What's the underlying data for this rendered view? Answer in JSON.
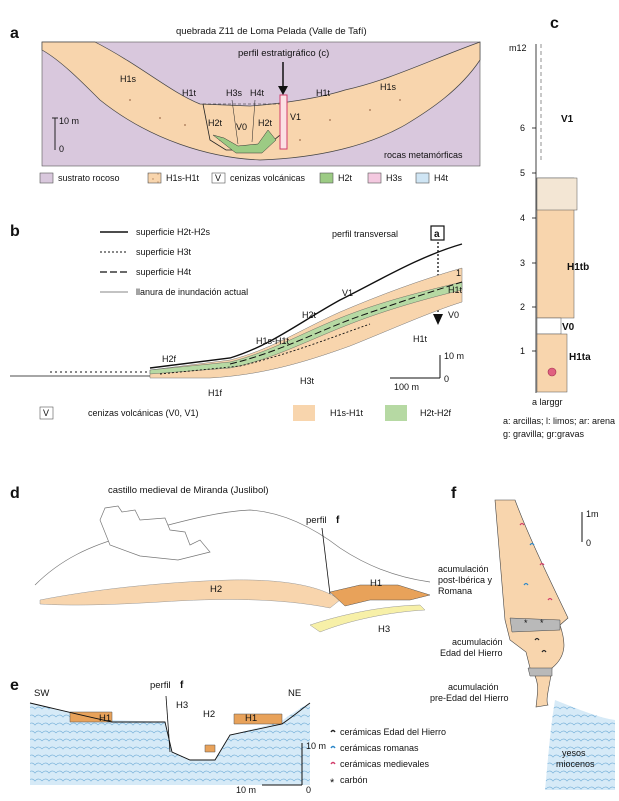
{
  "panels": {
    "a": {
      "letter": "a",
      "title": "quebrada  Z11 de Loma Pelada (Valle de Tafí)",
      "section_label": "perfil estratigráfico (c)",
      "labels": {
        "h1s_left": "H1s",
        "h1s_right": "H1s",
        "h1t_left": "H1t",
        "h1t_right": "H1t",
        "h3s": "H3s",
        "h4t": "H4t",
        "h2t_left": "H2t",
        "h2t_right": "H2t",
        "v0": "V0",
        "v1": "V1"
      },
      "scale": {
        "value": "10 m",
        "zero": "0"
      },
      "rock_label": "rocas metamórficas",
      "legend": [
        {
          "label": "sustrato rocoso",
          "color": "#d9c8dd"
        },
        {
          "label": "H1s-H1t",
          "color": "#f8d5ad"
        },
        {
          "label": "cenizas volcánicas",
          "symbol": "V"
        },
        {
          "label": "H2t",
          "color": "#9ccb84"
        },
        {
          "label": "H3s",
          "color": "#f4c9e0"
        },
        {
          "label": "H4t",
          "color": "#cfe5f4"
        }
      ]
    },
    "b": {
      "letter": "b",
      "legend_lines": [
        "superficie H2t-H2s",
        "superficie H3t",
        "superficie H4t",
        "llanura de inundación actual"
      ],
      "cross_section_label": "perfil transversal",
      "cross_section_ref": "a",
      "labels": {
        "h2t": "H2t",
        "v1": "V1",
        "h1t_top": "H1t",
        "one": "1",
        "v0": "V0",
        "h1t_right": "H1t",
        "h1s_h1t": "H1s-H1t",
        "h2f": "H2f",
        "h3t": "H3t",
        "h1f": "H1f"
      },
      "scale_v": {
        "value": "10 m",
        "zero": "0"
      },
      "scale_h": {
        "value": "100 m"
      },
      "legend": [
        {
          "label": "cenizas volcánicas (V0, V1)",
          "symbol": "V"
        },
        {
          "label": "H1s-H1t",
          "color": "#f8d5ad"
        },
        {
          "label": "H2t-H2f",
          "color": "#b6d9a3"
        }
      ]
    },
    "c": {
      "letter": "c",
      "top_label": "m12",
      "ticks": [
        "6",
        "5",
        "4",
        "3",
        "2",
        "1"
      ],
      "units": [
        "V1",
        "H1tb",
        "V0",
        "H1ta"
      ],
      "axis_label": "a larggr",
      "notes": [
        "a: arcillas; l: limos; ar: arena",
        "g: gravilla; gr:gravas"
      ]
    },
    "d": {
      "letter": "d",
      "title": "castillo medieval de Miranda (Juslibol)",
      "section_label": "perfil",
      "section_ref": "f",
      "labels": {
        "h1": "H1",
        "h2": "H2",
        "h3": "H3"
      }
    },
    "e": {
      "letter": "e",
      "sw": "SW",
      "ne": "NE",
      "section_label": "perfil",
      "section_ref": "f",
      "labels": {
        "h1_left": "H1",
        "h1_right": "H1",
        "h3": "H3",
        "h2": "H2"
      },
      "scale_v": {
        "value": "10 m",
        "zero": "0"
      },
      "scale_h": {
        "value": "10 m"
      },
      "legend": [
        {
          "label": "cerámicas Edad del Hierro",
          "color": "#222222"
        },
        {
          "label": "cerámicas romanas",
          "color": "#2a86c8"
        },
        {
          "label": "cerámicas medievales",
          "color": "#d23c6a"
        },
        {
          "label": "carbón",
          "color": "#d23c6a"
        }
      ]
    },
    "f": {
      "letter": "f",
      "scale": {
        "value": "1m",
        "zero": "0"
      },
      "units": [
        "acumulación post-Ibérica y Romana",
        "acumulación Edad del Hierro",
        "acumulación pre-Edad del Hierro",
        "yesos miocenos"
      ]
    }
  },
  "colors": {
    "bedrock": "#d9c8dd",
    "sediment": "#f8d5ad",
    "terrace_green": "#9ccb84",
    "gypsum": "#cfe5f4",
    "outcrop": "#e8a25a"
  }
}
